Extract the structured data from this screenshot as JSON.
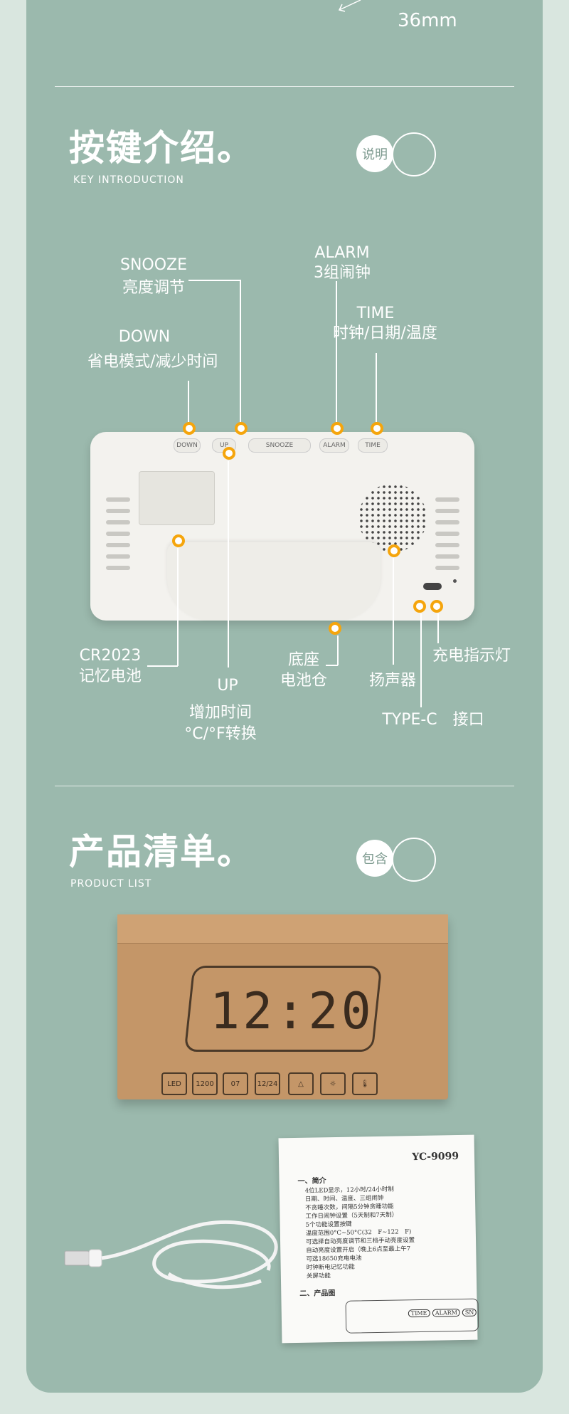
{
  "dimension": "36mm",
  "key_section": {
    "title": "按键介绍。",
    "subtitle": "KEY INTRODUCTION",
    "tag": "说明"
  },
  "labels": {
    "snooze_en": "SNOOZE",
    "snooze_cn": "亮度调节",
    "alarm_en": "ALARM",
    "alarm_cn": "3组闹钟",
    "time_en": "TIME",
    "time_cn": "时钟/日期/温度",
    "down_en": "DOWN",
    "down_cn": "省电模式/减少时间",
    "cr_en": "CR2023",
    "cr_cn": "记忆电池",
    "up_en": "UP",
    "up_cn1": "增加时间",
    "up_cn2": "°C/°F转换",
    "base_cn1": "底座",
    "base_cn2": "电池仓",
    "speaker": "扬声器",
    "led": "充电指示灯",
    "typec": "TYPE-C　接口"
  },
  "device_buttons": [
    "DOWN",
    "UP",
    "SNOOZE",
    "ALARM",
    "TIME"
  ],
  "list_section": {
    "title": "产品清单。",
    "subtitle": "PRODUCT LIST",
    "tag": "包含"
  },
  "box": {
    "display": "12:20",
    "icons": [
      "LED",
      "1200",
      "07",
      "12/24",
      "△",
      "☼",
      "🌡"
    ]
  },
  "manual": {
    "model": "YC-9099",
    "heading": "一、简介",
    "lines": [
      "4位LED显示，12小时/24小时制",
      "日期、时间、温度、三组闹钟",
      "不贪睡次数，间隔5分钟贪睡功能",
      "工作日闹钟设置（5天制和7天制）",
      "5个功能设置按键",
      "温度范围0°C~50°C(32　F~122　F)",
      "可选择自动亮度调节和三档手动亮度设置",
      "自动亮度设置开启（晚上6点至最上午7",
      "可选18650充电电池",
      "时钟断电记忆功能",
      "关屏功能"
    ],
    "heading2": "二、产品图",
    "buttons": [
      "TIME",
      "ALARM",
      "SN"
    ]
  }
}
